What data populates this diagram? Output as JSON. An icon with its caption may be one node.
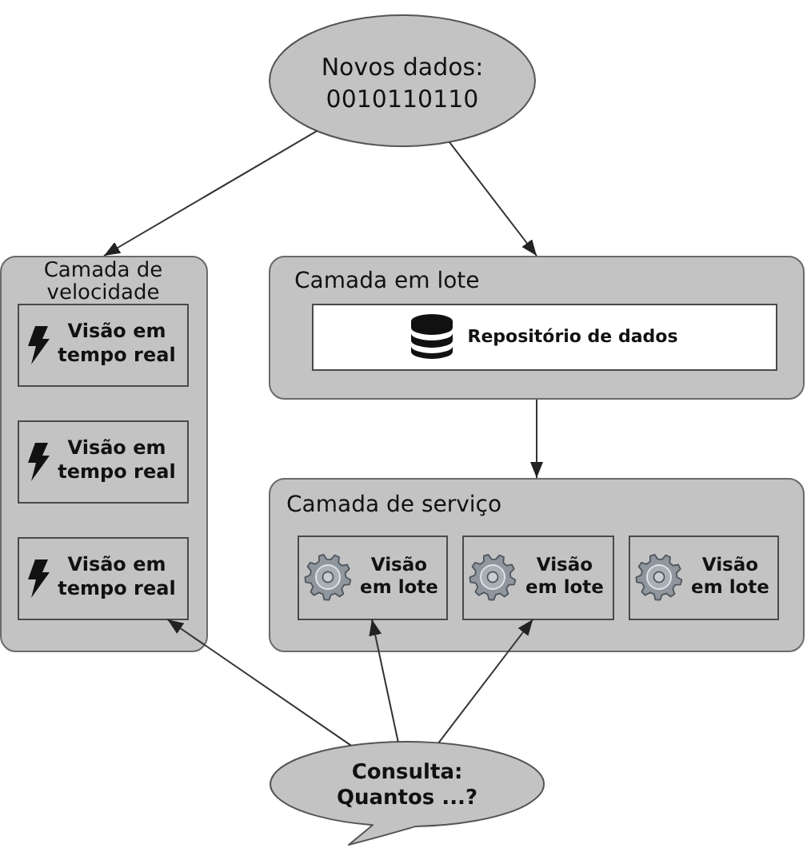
{
  "diagram": {
    "nodes": [
      {
        "text": [
          "Novos dados: 0010110110"
        ]
      },
      {
        "text": [
          "Camada de velocidade"
        ]
      },
      {
        "text": [
          "Visão em tempo real"
        ],
        "in": 1
      },
      {
        "text": [
          "Visão em tempo real"
        ],
        "in": 1
      },
      {
        "text": [
          "Visão em tempo real"
        ],
        "in": 1
      },
      {
        "text": [
          "Camada em lote"
        ]
      },
      {
        "text": [
          "Repositório de dados"
        ],
        "in": 5
      },
      {
        "text": [
          "Camada de serviço"
        ]
      },
      {
        "text": [
          "Visão em lote"
        ],
        "in": 7
      },
      {
        "text": [
          "Visão em lote"
        ],
        "in": 7
      },
      {
        "text": [
          "Visão em lote"
        ],
        "in": 7
      },
      {
        "text": [
          "Consulta: Quantos ...?"
        ]
      }
    ],
    "edges": [
      {
        "from": 0,
        "to": 1,
        "arrow": "to"
      },
      {
        "from": 0,
        "to": 5,
        "arrow": "to"
      },
      {
        "from": 5,
        "to": 7,
        "arrow": "to"
      },
      {
        "from": 11,
        "to": 4,
        "arrow": "to"
      },
      {
        "from": 11,
        "to": 8,
        "arrow": "to"
      },
      {
        "from": 11,
        "to": 9,
        "arrow": "to"
      }
    ]
  }
}
